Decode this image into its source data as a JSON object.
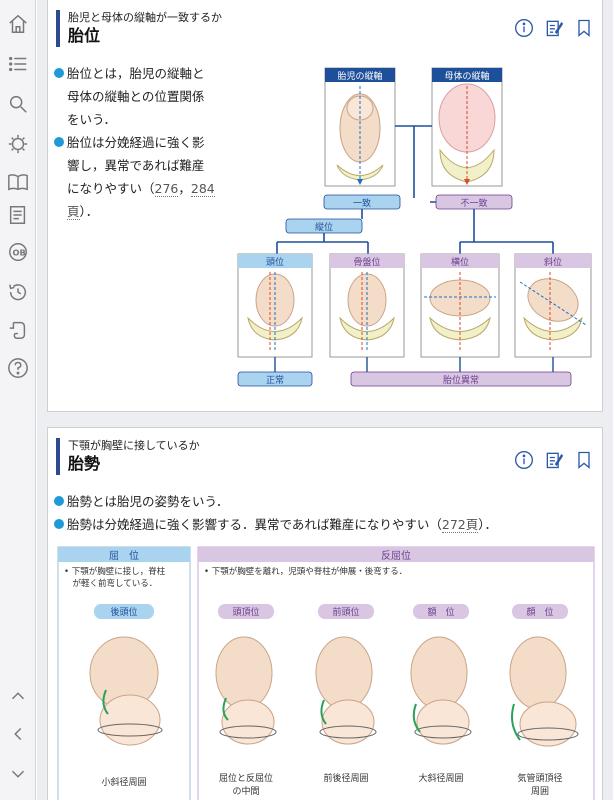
{
  "sidebar": {
    "icons": [
      "home-icon",
      "list-icon",
      "search-icon",
      "settings-icon",
      "book-icon",
      "notes-icon",
      "ob-icon",
      "history-icon",
      "evernote-icon",
      "help-icon",
      "chevron-up-icon",
      "chevron-left-icon",
      "chevron-down-icon"
    ]
  },
  "section1": {
    "subtitle": "胎児と母体の縦軸が一致するか",
    "title": "胎位",
    "bullets": [
      {
        "lines": [
          "胎位とは，胎児の縦軸と",
          "母体の縦軸との位置関係",
          "をいう．"
        ]
      },
      {
        "lines": [
          "胎位は分娩経過に強く影",
          "響し，異常であれば難産",
          "になりやすい（"
        ],
        "link1": "276",
        "sep": "，",
        "link2": "284",
        "after_link_line": "頁",
        "end": "）．"
      }
    ],
    "diagram": {
      "fetal_axis": "胎児の縦軸",
      "maternal_axis": "母体の縦軸",
      "match": "一致",
      "mismatch": "不一致",
      "longitudinal": "縦位",
      "positions": [
        "頭位",
        "骨盤位",
        "横位",
        "斜位"
      ],
      "normal": "正常",
      "abnormal": "胎位異常"
    }
  },
  "section2": {
    "subtitle": "下顎が胸壁に接しているか",
    "title": "胎勢",
    "bullets": [
      {
        "text": "胎勢とは胎児の姿勢をいう．"
      },
      {
        "text": "胎勢は分娩経過に強く影響する．異常であれば難産になりやすい（",
        "link": "272頁",
        "end": "）．"
      }
    ],
    "flexion": {
      "header": "屈　位",
      "note": [
        "• 下顎が胸壁に接し，脊柱",
        "　が軽く前弯している．"
      ],
      "label": "後頭位",
      "caption": [
        "小斜径周囲"
      ]
    },
    "deflexion": {
      "header": "反屈位",
      "note": "• 下顎が胸壁を離れ，児頭や脊柱が伸展・後弯する．",
      "items": [
        {
          "label": "頭頂位",
          "caption": [
            "屈位と反屈位",
            "の中間"
          ]
        },
        {
          "label": "前頭位",
          "caption": [
            "前後径周囲"
          ]
        },
        {
          "label": "額　位",
          "caption": [
            "大斜径周囲"
          ]
        },
        {
          "label": "顔　位",
          "caption": [
            "気管頭頂径",
            "周囲"
          ]
        }
      ]
    }
  },
  "colors": {
    "accent": "#2d4a8f",
    "bullet": "#1e9ad6",
    "blue_label": "#a9d3ee",
    "purple_label": "#d9c6e3",
    "skin": "#f4ddc8"
  }
}
